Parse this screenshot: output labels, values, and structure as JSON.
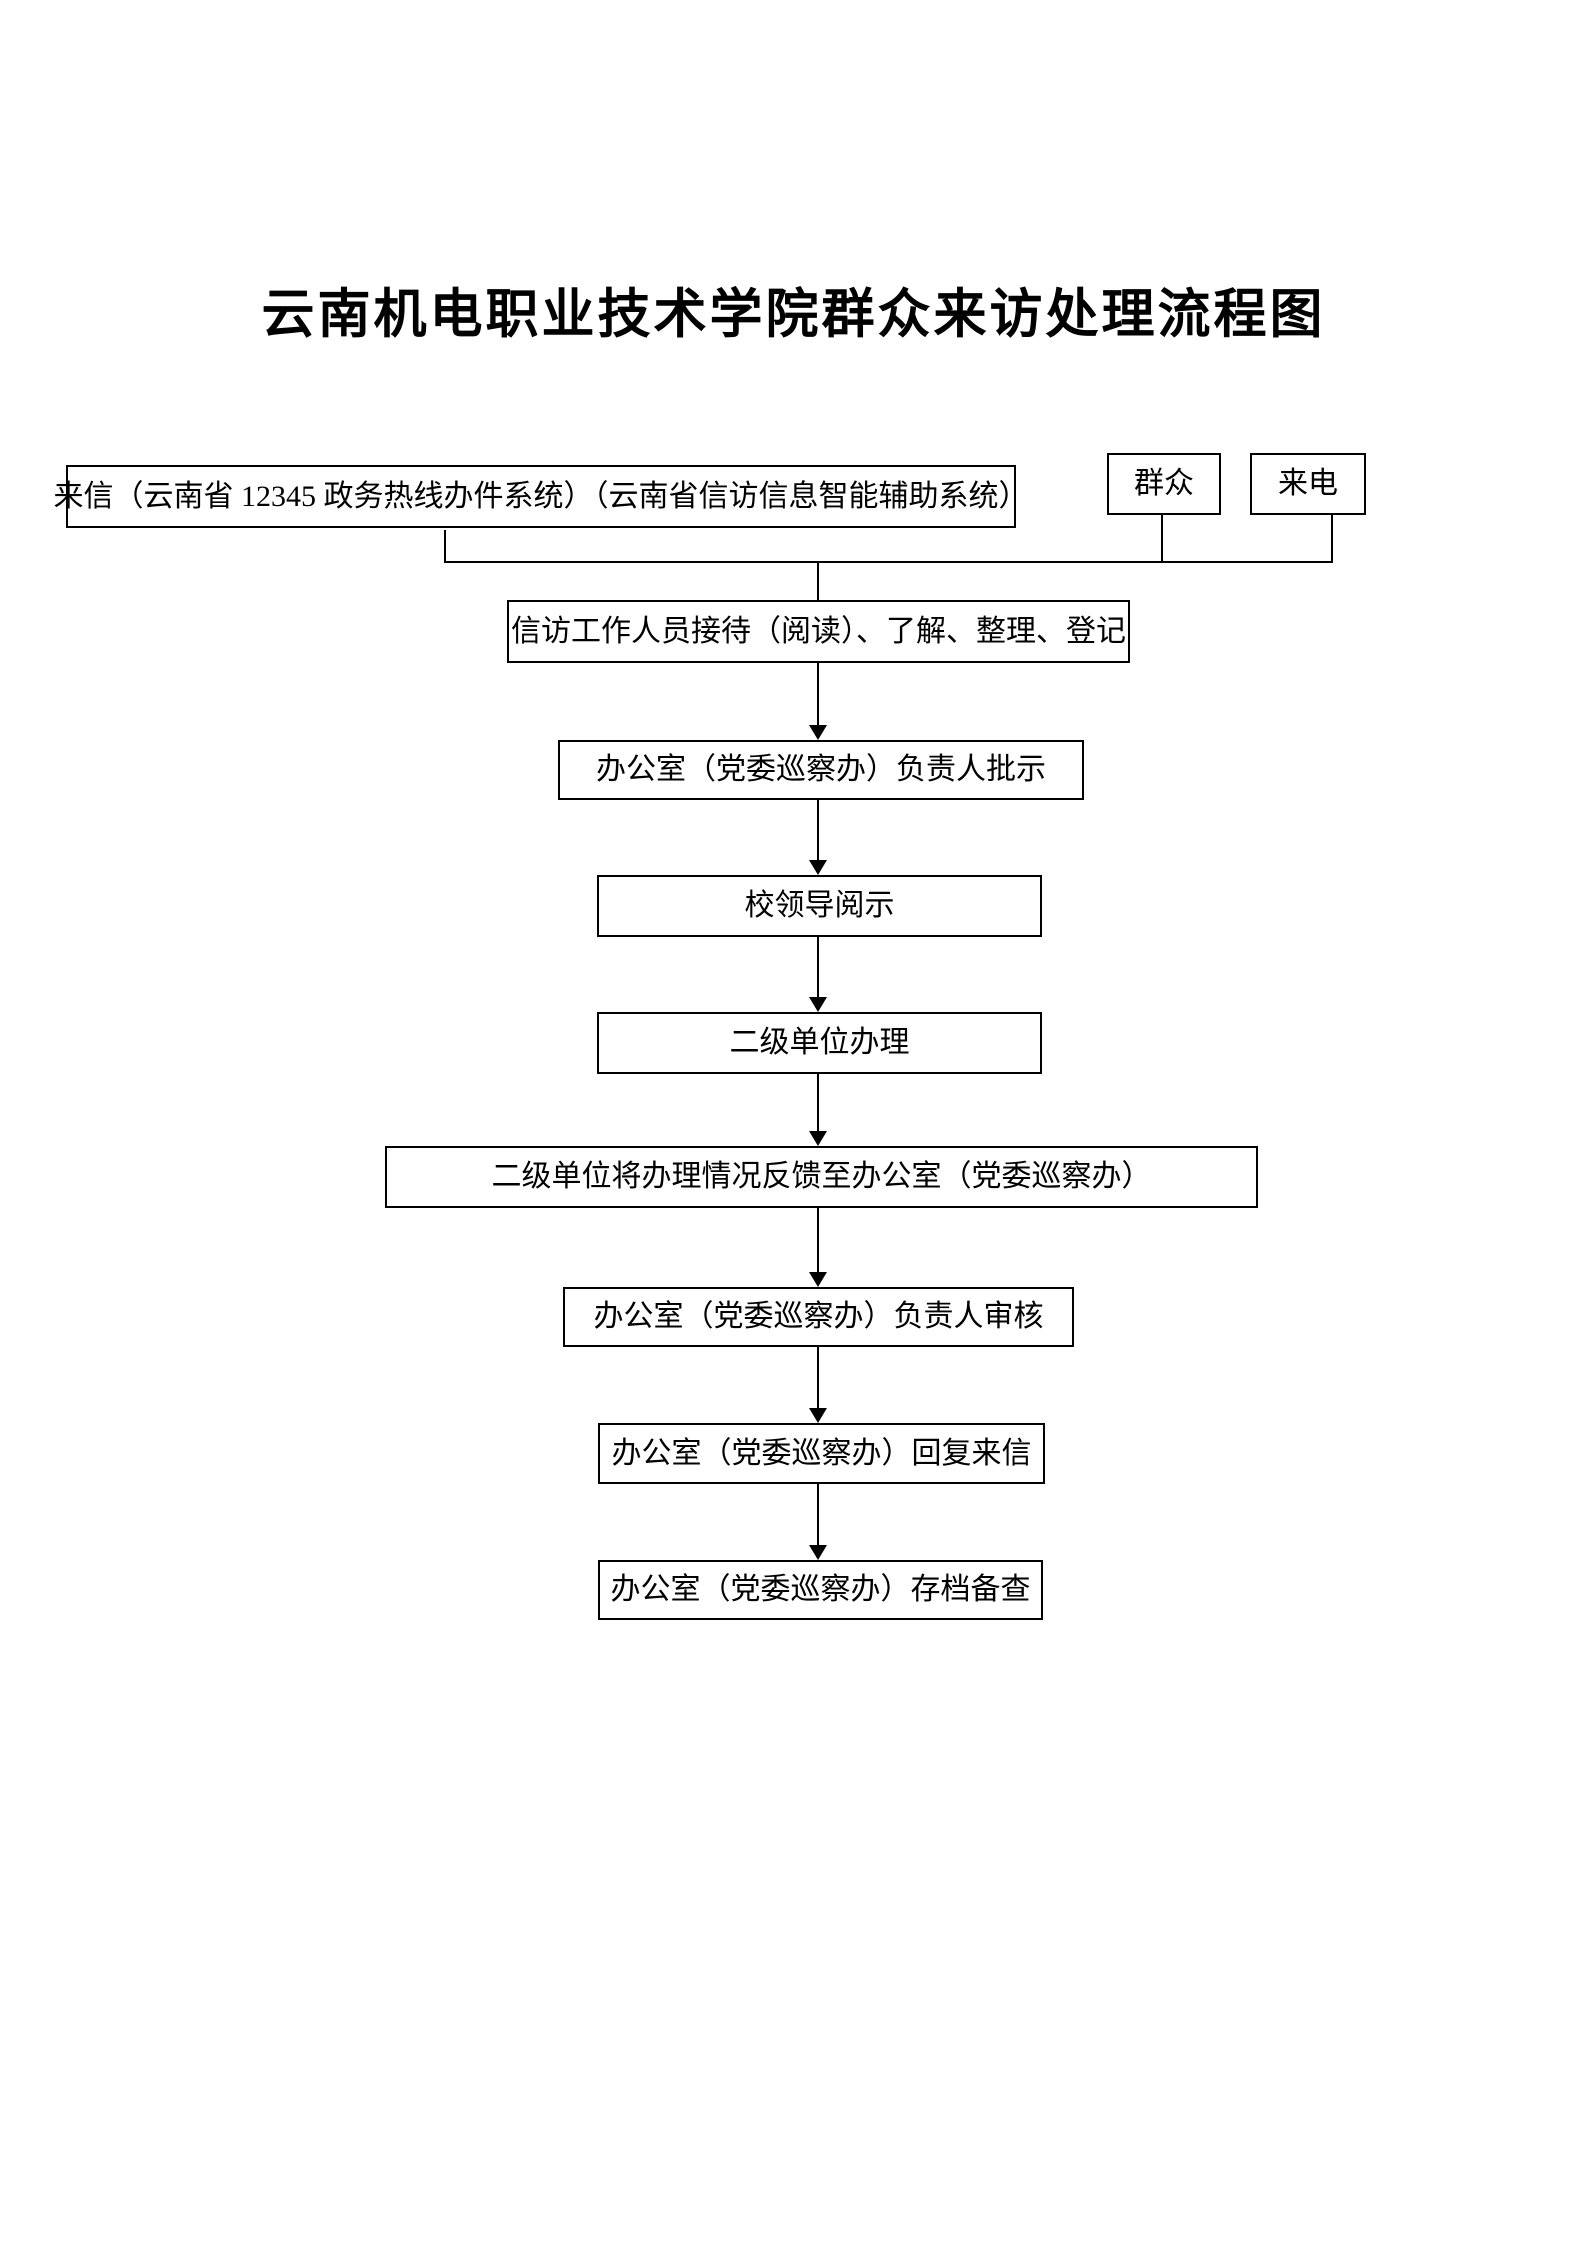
{
  "page": {
    "title": "云南机电职业技术学院群众来访处理流程图"
  },
  "flowchart": {
    "sources": {
      "letter": "来信（云南省 12345 政务热线办件系统）（云南省信访信息智能辅助系统）",
      "masses": "群众",
      "call": "来电"
    },
    "steps": [
      "信访工作人员接待（阅读）、了解、整理、登记",
      "办公室（党委巡察办）负责人批示",
      "校领导阅示",
      "二级单位办理",
      "二级单位将办理情况反馈至办公室（党委巡察办）",
      "办公室（党委巡察办）负责人审核",
      "办公室（党委巡察办）回复来信",
      "办公室（党委巡察办）存档备查"
    ],
    "colors": {
      "line": "#000000",
      "background": "#ffffff"
    }
  }
}
